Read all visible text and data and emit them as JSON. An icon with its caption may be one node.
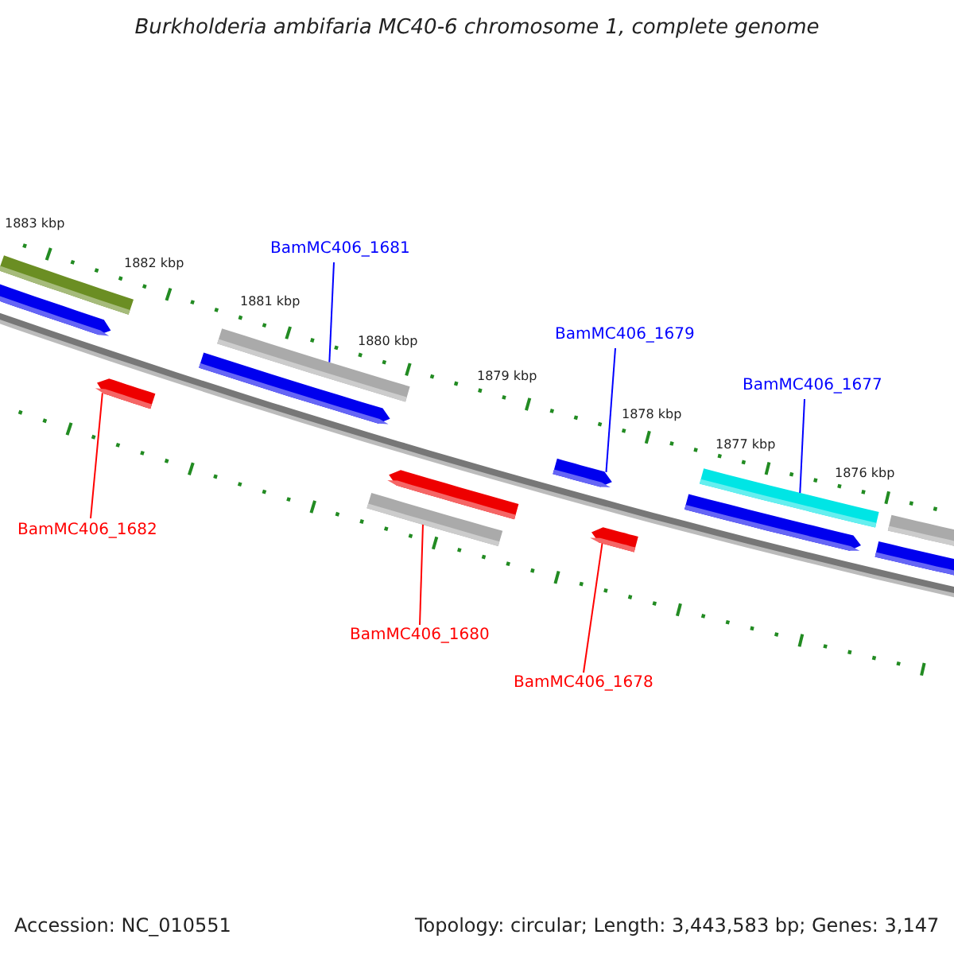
{
  "diagram": {
    "title": "Burkholderia ambifaria MC40-6 chromosome 1, complete genome",
    "nodes": [
      {
        "text": [
          "BamMC406_1681"
        ]
      },
      {
        "text": [
          "BamMC406_1679"
        ]
      },
      {
        "text": [
          "BamMC406_1677"
        ]
      },
      {
        "text": [
          "BamMC406_1682"
        ]
      },
      {
        "text": [
          "BamMC406_1680"
        ]
      },
      {
        "text": [
          "BamMC406_1678"
        ]
      },
      {
        "text": [],
        "shape": "bar"
      },
      {
        "text": [],
        "shape": "arrow"
      },
      {
        "text": [],
        "shape": "bar"
      },
      {
        "text": [],
        "shape": "arrow"
      },
      {
        "text": [],
        "shape": "bar"
      },
      {
        "text": [],
        "shape": "arrow"
      }
    ],
    "edges": [
      {
        "from": 0,
        "to": 6,
        "arrow": "none",
        "color": "#0000ff"
      },
      {
        "from": 1,
        "to": 7,
        "arrow": "none",
        "color": "#0000ff"
      },
      {
        "from": 2,
        "to": 8,
        "arrow": "none",
        "color": "#0000ff"
      },
      {
        "from": 3,
        "to": 9,
        "arrow": "none",
        "color": "#ff0000"
      },
      {
        "from": 4,
        "to": 10,
        "arrow": "none",
        "color": "#ff0000"
      },
      {
        "from": 5,
        "to": 11,
        "arrow": "none",
        "color": "#ff0000"
      }
    ],
    "labels": [
      "1883 kbp",
      "1882 kbp",
      "1881 kbp",
      "1880 kbp",
      "1879 kbp",
      "1878 kbp",
      "1877 kbp",
      "1876 kbp",
      "Accession: NC_010551",
      "Topology: circular; Length: 3,443,583 bp; Genes: 3,147"
    ]
  }
}
